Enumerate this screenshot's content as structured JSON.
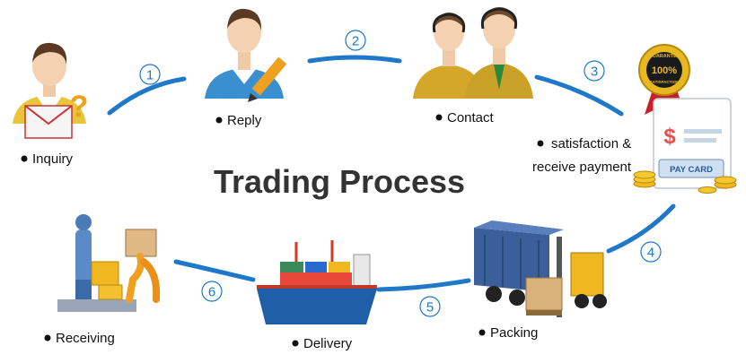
{
  "title": "Trading Process",
  "steps": [
    {
      "label": "Inquiry"
    },
    {
      "label": "Reply",
      "number": "1"
    },
    {
      "label": "Contact",
      "number": "2"
    },
    {
      "label_line1": "satisfaction &",
      "label_line2": "receive payment",
      "number": "3"
    },
    {
      "label": "Packing",
      "number": "4"
    },
    {
      "label": "Delivery",
      "number": "5"
    },
    {
      "label": "Receiving",
      "number": "6"
    }
  ],
  "badges": {
    "guarantee_top": "GUARANTEE",
    "guarantee_pct": "100%",
    "guarantee_bottom": "SATISFACTION",
    "pay_card": "PAY CARD"
  },
  "colors": {
    "arc": "#1f78c8",
    "title": "#333333",
    "label": "#111111"
  }
}
